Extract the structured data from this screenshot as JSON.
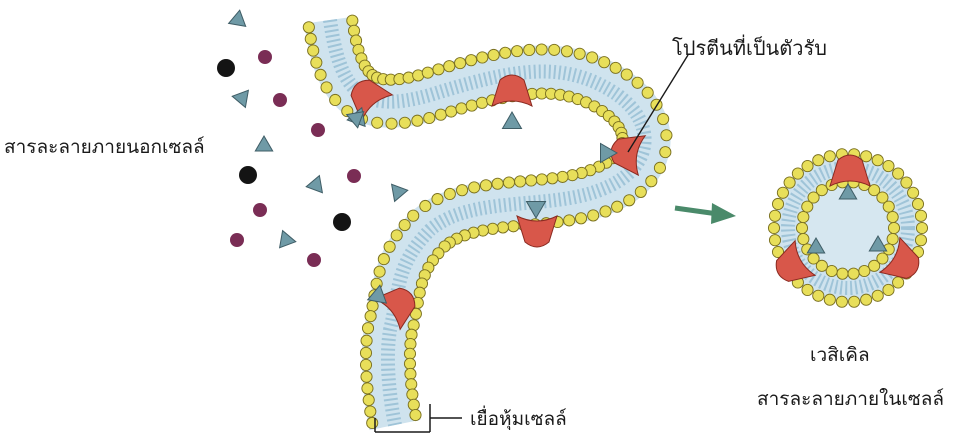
{
  "labels": {
    "receptor_protein": "โปรตีนที่เป็นตัวรับ",
    "extracellular_solute": "สารละลายภายนอกเซลล์",
    "vesicle": "เวสิเคิล",
    "intracellular_solute": "สารละลายภายในเซลล์",
    "cell_membrane": "เยื่อหุ้มเซลล์"
  },
  "colors": {
    "lipid_head": "#e8df5a",
    "lipid_head_outline": "#7a7020",
    "membrane_core": "#b8d6e6",
    "receptor": "#d8574a",
    "receptor_outline": "#8a2a20",
    "triangle_ligand": "#6f9aa6",
    "dark_particle": "#141414",
    "purple_particle": "#7a2d55",
    "arrow": "#4a8a6a"
  },
  "icons": {
    "arrow": "green-right-arrow",
    "ligand": "gray-triangle",
    "particle": "dot"
  }
}
